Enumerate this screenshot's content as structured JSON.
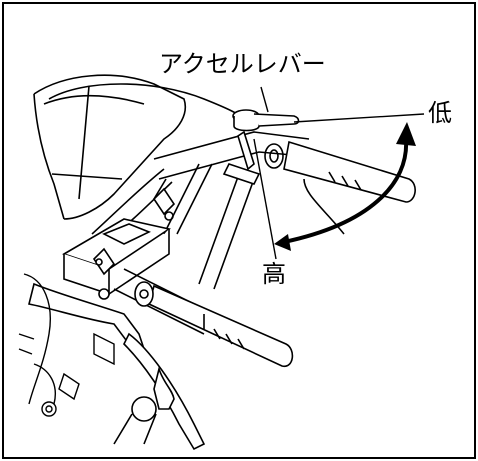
{
  "labels": {
    "accel_lever": "アクセルレバー",
    "low": "低",
    "high": "高"
  },
  "colors": {
    "line": "#000000",
    "background": "#ffffff"
  }
}
